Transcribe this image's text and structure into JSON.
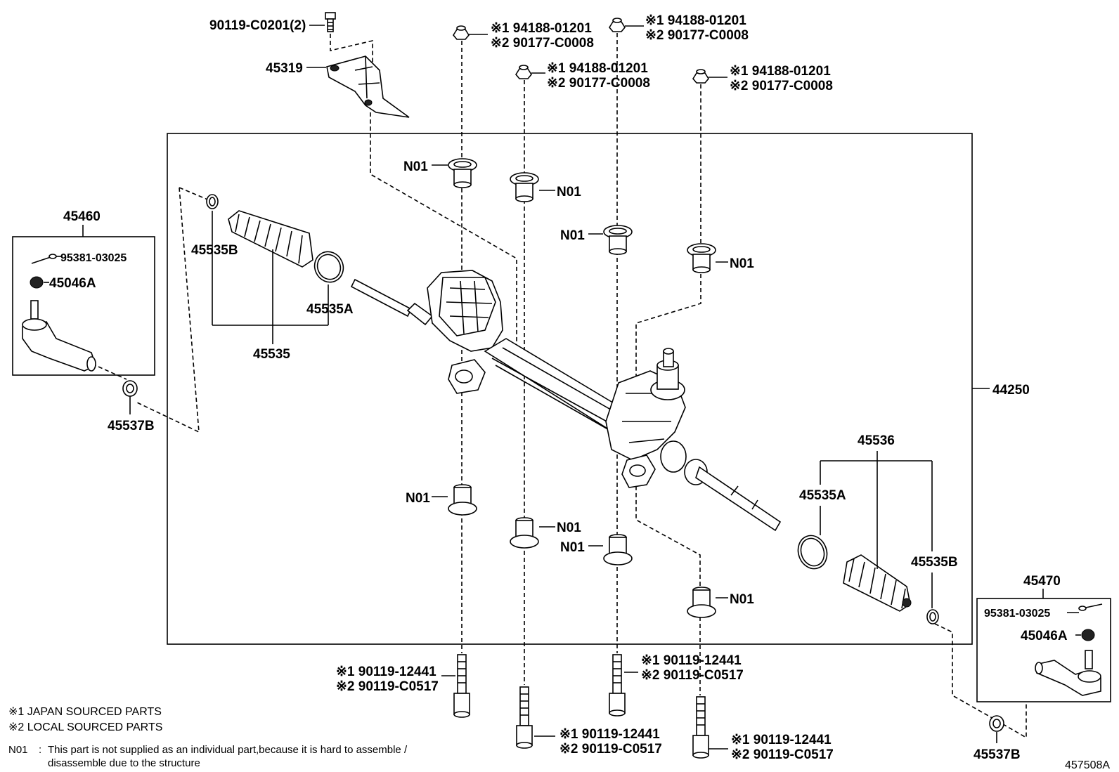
{
  "labels": {
    "bolt_top": "90119-C0201(2)",
    "bracket": "45319",
    "assembly": "44250",
    "left_tie_rod_end": "45460",
    "right_tie_rod_end": "45470",
    "cotter_pin_left": "95381-03025",
    "cotter_pin_right": "95381-03025",
    "nut_left": "45046A",
    "nut_right": "45046A",
    "boot_clamp_b_left": "45535B",
    "boot_clamp_a_left": "45535A",
    "boot_left": "45535",
    "boot_right": "45536",
    "boot_clamp_a_right": "45535A",
    "boot_clamp_b_right": "45535B",
    "clip_left": "45537B",
    "clip_right": "45537B",
    "n01": "N01",
    "illustration_id": "457508A"
  },
  "nut_callouts": [
    {
      "line1": "※1 94188-01201",
      "line2": "※2 90177-C0008"
    },
    {
      "line1": "※1 94188-01201",
      "line2": "※2 90177-C0008"
    },
    {
      "line1": "※1 94188-01201",
      "line2": "※2 90177-C0008"
    },
    {
      "line1": "※1 94188-01201",
      "line2": "※2 90177-C0008"
    }
  ],
  "bolt_callouts": [
    {
      "line1": "※1 90119-12441",
      "line2": "※2 90119-C0517"
    },
    {
      "line1": "※1 90119-12441",
      "line2": "※2 90119-C0517"
    },
    {
      "line1": "※1 90119-12441",
      "line2": "※2 90119-C0517"
    },
    {
      "line1": "※1 90119-12441",
      "line2": "※2 90119-C0517"
    }
  ],
  "legend": {
    "note1": "※1 JAPAN SOURCED PARTS",
    "note2": "※2 LOCAL SOURCED PARTS",
    "n01_key": "N01",
    "n01_sep": ":",
    "n01_text_line1": "This part is not supplied as an individual part,because it is hard to assemble /",
    "n01_text_line2": "disassemble due to the structure"
  }
}
